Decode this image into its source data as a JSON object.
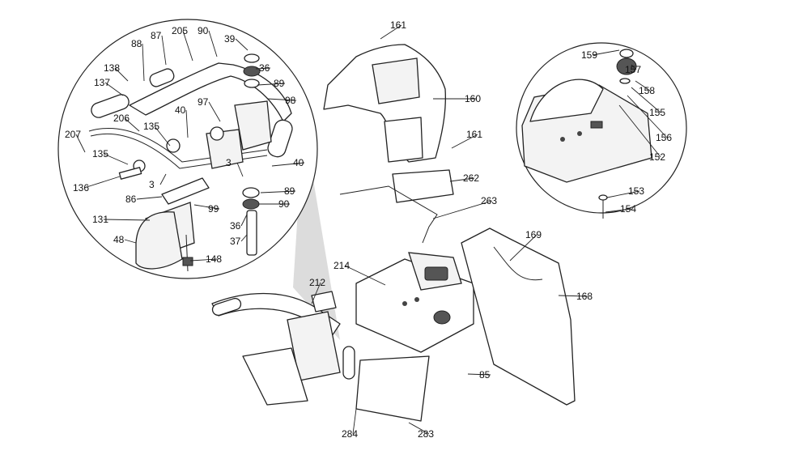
{
  "callouts": [
    {
      "id": "161a",
      "label": "161"
    },
    {
      "id": "160",
      "label": "160"
    },
    {
      "id": "161b",
      "label": "161"
    },
    {
      "id": "262",
      "label": "262"
    },
    {
      "id": "263",
      "label": "263"
    },
    {
      "id": "169",
      "label": "169"
    },
    {
      "id": "168",
      "label": "168"
    },
    {
      "id": "214",
      "label": "214"
    },
    {
      "id": "212",
      "label": "212"
    },
    {
      "id": "85",
      "label": "85"
    },
    {
      "id": "284",
      "label": "284"
    },
    {
      "id": "283",
      "label": "283"
    },
    {
      "id": "159",
      "label": "159"
    },
    {
      "id": "157",
      "label": "157"
    },
    {
      "id": "158",
      "label": "158"
    },
    {
      "id": "155",
      "label": "155"
    },
    {
      "id": "156",
      "label": "156"
    },
    {
      "id": "152",
      "label": "152"
    },
    {
      "id": "153",
      "label": "153"
    },
    {
      "id": "154",
      "label": "154"
    },
    {
      "id": "88",
      "label": "88"
    },
    {
      "id": "87",
      "label": "87"
    },
    {
      "id": "205",
      "label": "205"
    },
    {
      "id": "90a",
      "label": "90"
    },
    {
      "id": "39",
      "label": "39"
    },
    {
      "id": "36a",
      "label": "36"
    },
    {
      "id": "138",
      "label": "138"
    },
    {
      "id": "89a",
      "label": "89"
    },
    {
      "id": "137",
      "label": "137"
    },
    {
      "id": "98",
      "label": "98"
    },
    {
      "id": "97",
      "label": "97"
    },
    {
      "id": "40a",
      "label": "40"
    },
    {
      "id": "206",
      "label": "206"
    },
    {
      "id": "135a",
      "label": "135"
    },
    {
      "id": "207",
      "label": "207"
    },
    {
      "id": "135b",
      "label": "135"
    },
    {
      "id": "3a",
      "label": "3"
    },
    {
      "id": "40b",
      "label": "40"
    },
    {
      "id": "3b",
      "label": "3"
    },
    {
      "id": "136",
      "label": "136"
    },
    {
      "id": "89b",
      "label": "89"
    },
    {
      "id": "86",
      "label": "86"
    },
    {
      "id": "90b",
      "label": "90"
    },
    {
      "id": "99",
      "label": "99"
    },
    {
      "id": "36b",
      "label": "36"
    },
    {
      "id": "131",
      "label": "131"
    },
    {
      "id": "48",
      "label": "48"
    },
    {
      "id": "37",
      "label": "37"
    },
    {
      "id": "148",
      "label": "148"
    }
  ]
}
